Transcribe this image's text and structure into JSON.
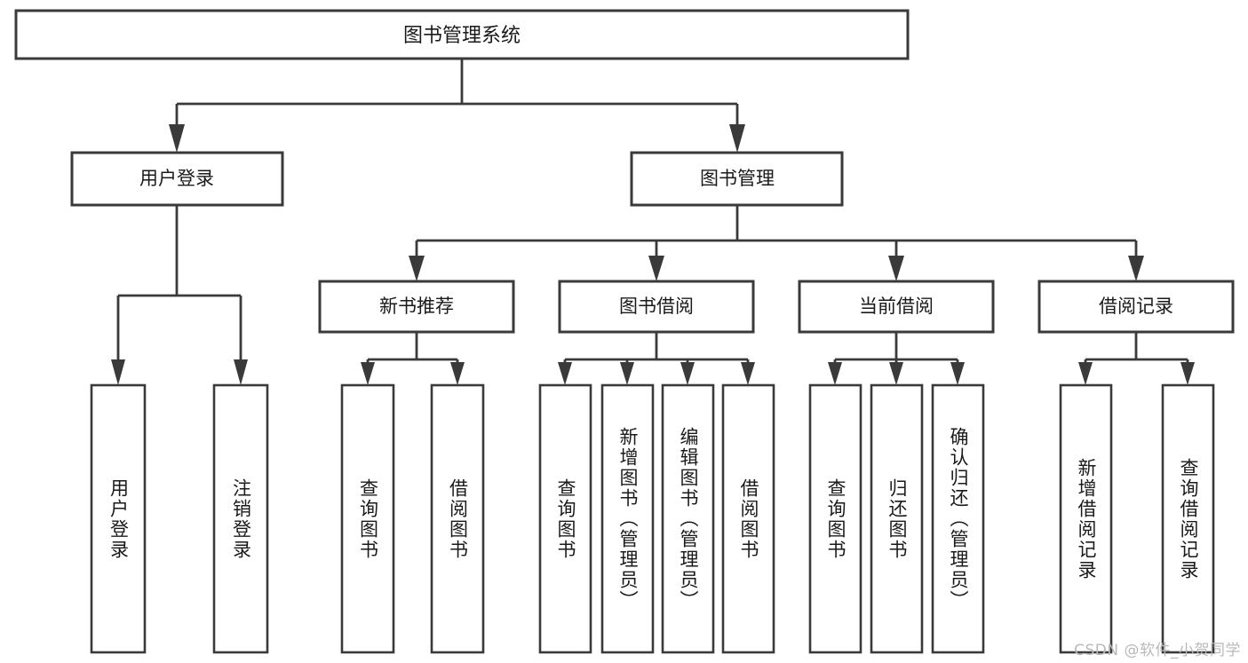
{
  "diagram": {
    "title_node": {
      "label": "图书管理系统"
    },
    "level2": [
      {
        "id": "user-login",
        "label": "用户登录"
      },
      {
        "id": "book-management",
        "label": "图书管理"
      }
    ],
    "level3": [
      {
        "id": "new-book-recommend",
        "label": "新书推荐"
      },
      {
        "id": "book-borrow",
        "label": "图书借阅"
      },
      {
        "id": "current-borrow",
        "label": "当前借阅"
      },
      {
        "id": "borrow-record",
        "label": "借阅记录"
      }
    ],
    "leaves": [
      {
        "id": "leaf-user-login",
        "label": "用户登录",
        "parent": "user-login"
      },
      {
        "id": "leaf-logout-login",
        "label": "注销登录",
        "parent": "user-login"
      },
      {
        "id": "leaf-query-book-1",
        "label": "查询图书",
        "parent": "new-book-recommend"
      },
      {
        "id": "leaf-borrow-book-1",
        "label": "借阅图书",
        "parent": "new-book-recommend"
      },
      {
        "id": "leaf-query-book-2",
        "label": "查询图书",
        "parent": "book-borrow"
      },
      {
        "id": "leaf-add-book-admin",
        "label": "新增图书（管理员）",
        "parent": "book-borrow"
      },
      {
        "id": "leaf-edit-book-admin",
        "label": "编辑图书（管理员）",
        "parent": "book-borrow"
      },
      {
        "id": "leaf-borrow-book-2",
        "label": "借阅图书",
        "parent": "book-borrow"
      },
      {
        "id": "leaf-query-book-3",
        "label": "查询图书",
        "parent": "current-borrow"
      },
      {
        "id": "leaf-return-book",
        "label": "归还图书",
        "parent": "current-borrow"
      },
      {
        "id": "leaf-confirm-return-admin",
        "label": "确认归还（管理员）",
        "parent": "current-borrow"
      },
      {
        "id": "leaf-add-borrow-record",
        "label": "新增借阅记录",
        "parent": "borrow-record"
      },
      {
        "id": "leaf-query-borrow-record",
        "label": "查询借阅记录",
        "parent": "borrow-record"
      }
    ],
    "watermark": "CSDN @软件_小贺同学",
    "colors": {
      "stroke": "#3a3a3a",
      "fill": "#ffffff",
      "text": "#1a1a1a",
      "watermark": "#b9b9b9"
    }
  }
}
